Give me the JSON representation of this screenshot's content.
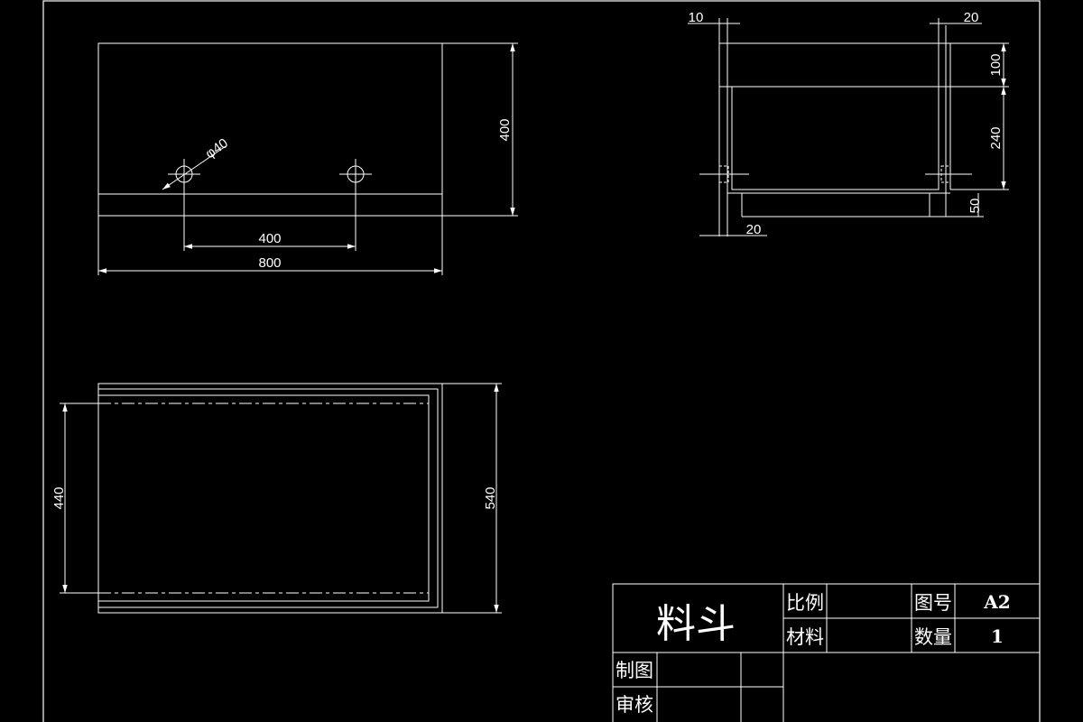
{
  "front_view": {
    "hole_diameter": "φ40",
    "hole_spacing": "400",
    "width": "800",
    "height": "400"
  },
  "side_view": {
    "top_left_offset": "10",
    "top_right_offset": "20",
    "upper_height": "100",
    "mid_height": "240",
    "base_height": "50",
    "bottom_offset": "20"
  },
  "plan_view": {
    "inner_height": "440",
    "outer_height": "540"
  },
  "title_block": {
    "part_name": "料斗",
    "scale_label": "比例",
    "scale_value": "",
    "drawing_no_label": "图号",
    "drawing_no_value": "A2",
    "material_label": "材料",
    "material_value": "",
    "quantity_label": "数量",
    "quantity_value": "1",
    "drawn_label": "制图",
    "checked_label": "审核"
  },
  "colors": {
    "background": "#000000",
    "lines": "#ffffff"
  }
}
